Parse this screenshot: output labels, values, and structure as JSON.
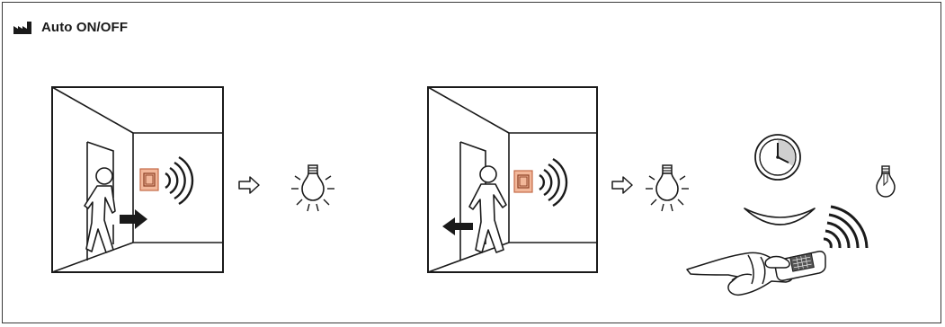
{
  "header": {
    "title": "Auto ON/OFF",
    "icon": "factory-icon"
  },
  "colors": {
    "sensor": "#f2b79a",
    "sensor_stroke": "#c46a46",
    "line": "#1a1a1a",
    "clock_fill": "#cfcfcf"
  },
  "panels": [
    {
      "name": "person-entering-room",
      "light_state": "on"
    },
    {
      "name": "person-leaving-room",
      "light_state": "on-then-off-after-timer"
    }
  ]
}
